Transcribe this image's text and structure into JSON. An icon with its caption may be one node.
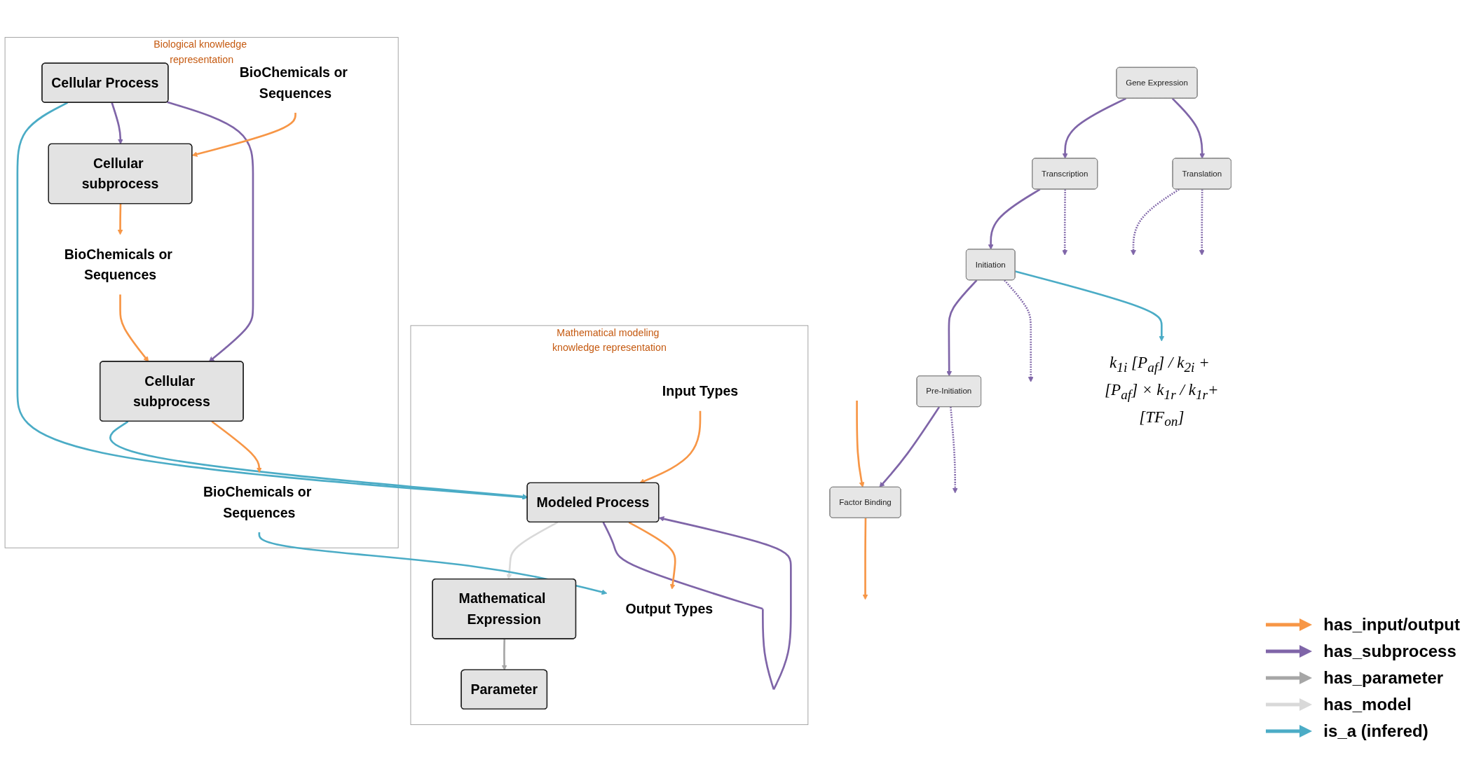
{
  "diagram": {
    "nodes": [
      {
        "text": [
          "k$_{1i}$ [P$_{af}$] / k$_{2i}$ + [P$_{af}$] × k$_{1r}$ / k$_{1r}$+[TF$_{on}$]"
        ]
      },
      {
        "text": [
          "Gene Expression"
        ]
      },
      {
        "text": [
          "Transcription"
        ]
      },
      {
        "text": [
          "Translation"
        ]
      },
      {
        "text": [
          "Initiation"
        ]
      },
      {
        "text": [
          "Pre-Initiation"
        ]
      },
      {
        "text": [
          "Factor Binding"
        ]
      },
      {
        "text": [
          "Mathematical modeling knowledge representation"
        ]
      },
      {
        "text": [
          "Mathematical Expression"
        ],
        "in": 7
      },
      {
        "text": [
          "Parameter"
        ],
        "in": 7
      },
      {
        "text": [
          "Input Types"
        ],
        "in": 7
      },
      {
        "text": [
          "Modeled Process"
        ],
        "in": 7
      },
      {
        "text": [
          "Output Types"
        ],
        "in": 7
      },
      {
        "text": [
          "Biological knowledge representation"
        ]
      },
      {
        "text": [
          "Cellular Process"
        ],
        "in": 13
      },
      {
        "text": [
          "BioChemicals or Sequences"
        ],
        "in": 13
      },
      {
        "text": [
          "Cellular subprocess"
        ],
        "in": 13
      },
      {
        "text": [
          "Cellular subprocess"
        ],
        "in": 13
      },
      {
        "text": [
          "BioChemicals or Sequences"
        ],
        "in": 13
      },
      {
        "text": [
          "BioChemicals or Sequences"
        ],
        "in": 13
      }
    ],
    "edges": [
      {
        "from": 1,
        "to": 2,
        "arrow": "to"
      },
      {
        "from": 1,
        "to": 3,
        "arrow": "to"
      },
      {
        "from": 2,
        "to": 4,
        "arrow": "to"
      },
      {
        "from": 2,
        "to": null,
        "arrow": "to",
        "style": "dashed"
      },
      {
        "from": 3,
        "to": null,
        "arrow": "to",
        "style": "dashed"
      },
      {
        "from": 3,
        "to": null,
        "arrow": "to",
        "style": "dashed"
      },
      {
        "from": 4,
        "to": 5,
        "arrow": "to"
      },
      {
        "from": 4,
        "to": null,
        "arrow": "to",
        "style": "dashed"
      },
      {
        "from": 5,
        "to": 6,
        "arrow": "to"
      },
      {
        "from": 5,
        "to": null,
        "arrow": "to",
        "style": "dashed"
      },
      {
        "from": null,
        "to": 6,
        "arrow": "to",
        "color": "#f79646"
      },
      {
        "from": 6,
        "to": null,
        "arrow": "to",
        "color": "#f79646"
      },
      {
        "from": 4,
        "to": 0,
        "arrow": "to",
        "color": "#4bacc6"
      },
      {
        "from": 8,
        "to": 9,
        "arrow": "to",
        "color": "#a6a6a6"
      },
      {
        "from": 11,
        "to": 8,
        "arrow": "to",
        "color": "#d9d9d9"
      },
      {
        "from": 11,
        "to": 11,
        "arrow": "to"
      },
      {
        "from": 10,
        "to": 11,
        "arrow": "to",
        "color": "#f79646"
      },
      {
        "from": 11,
        "to": 12,
        "arrow": "to",
        "color": "#f79646"
      },
      {
        "from": 14,
        "to": 11,
        "arrow": "to",
        "color": "#4bacc6"
      },
      {
        "from": 17,
        "to": 11,
        "arrow": "to",
        "color": "#4bacc6"
      },
      {
        "from": 19,
        "to": 12,
        "arrow": "to",
        "color": "#4bacc6"
      },
      {
        "from": 14,
        "to": 16,
        "arrow": "to"
      },
      {
        "from": 14,
        "to": 17,
        "arrow": "to"
      },
      {
        "from": 15,
        "to": 16,
        "arrow": "to",
        "color": "#f79646"
      },
      {
        "from": 16,
        "to": 18,
        "arrow": "to",
        "color": "#f79646"
      },
      {
        "from": 18,
        "to": 17,
        "arrow": "to",
        "color": "#f79646"
      },
      {
        "from": 17,
        "to": 19,
        "arrow": "to",
        "color": "#f79646"
      }
    ],
    "legend": [
      {
        "text": "has_input/output"
      },
      {
        "text": "has_subprocess"
      },
      {
        "text": "has_parameter"
      },
      {
        "text": "has_model"
      },
      {
        "text": "is_a (infered)"
      }
    ]
  }
}
